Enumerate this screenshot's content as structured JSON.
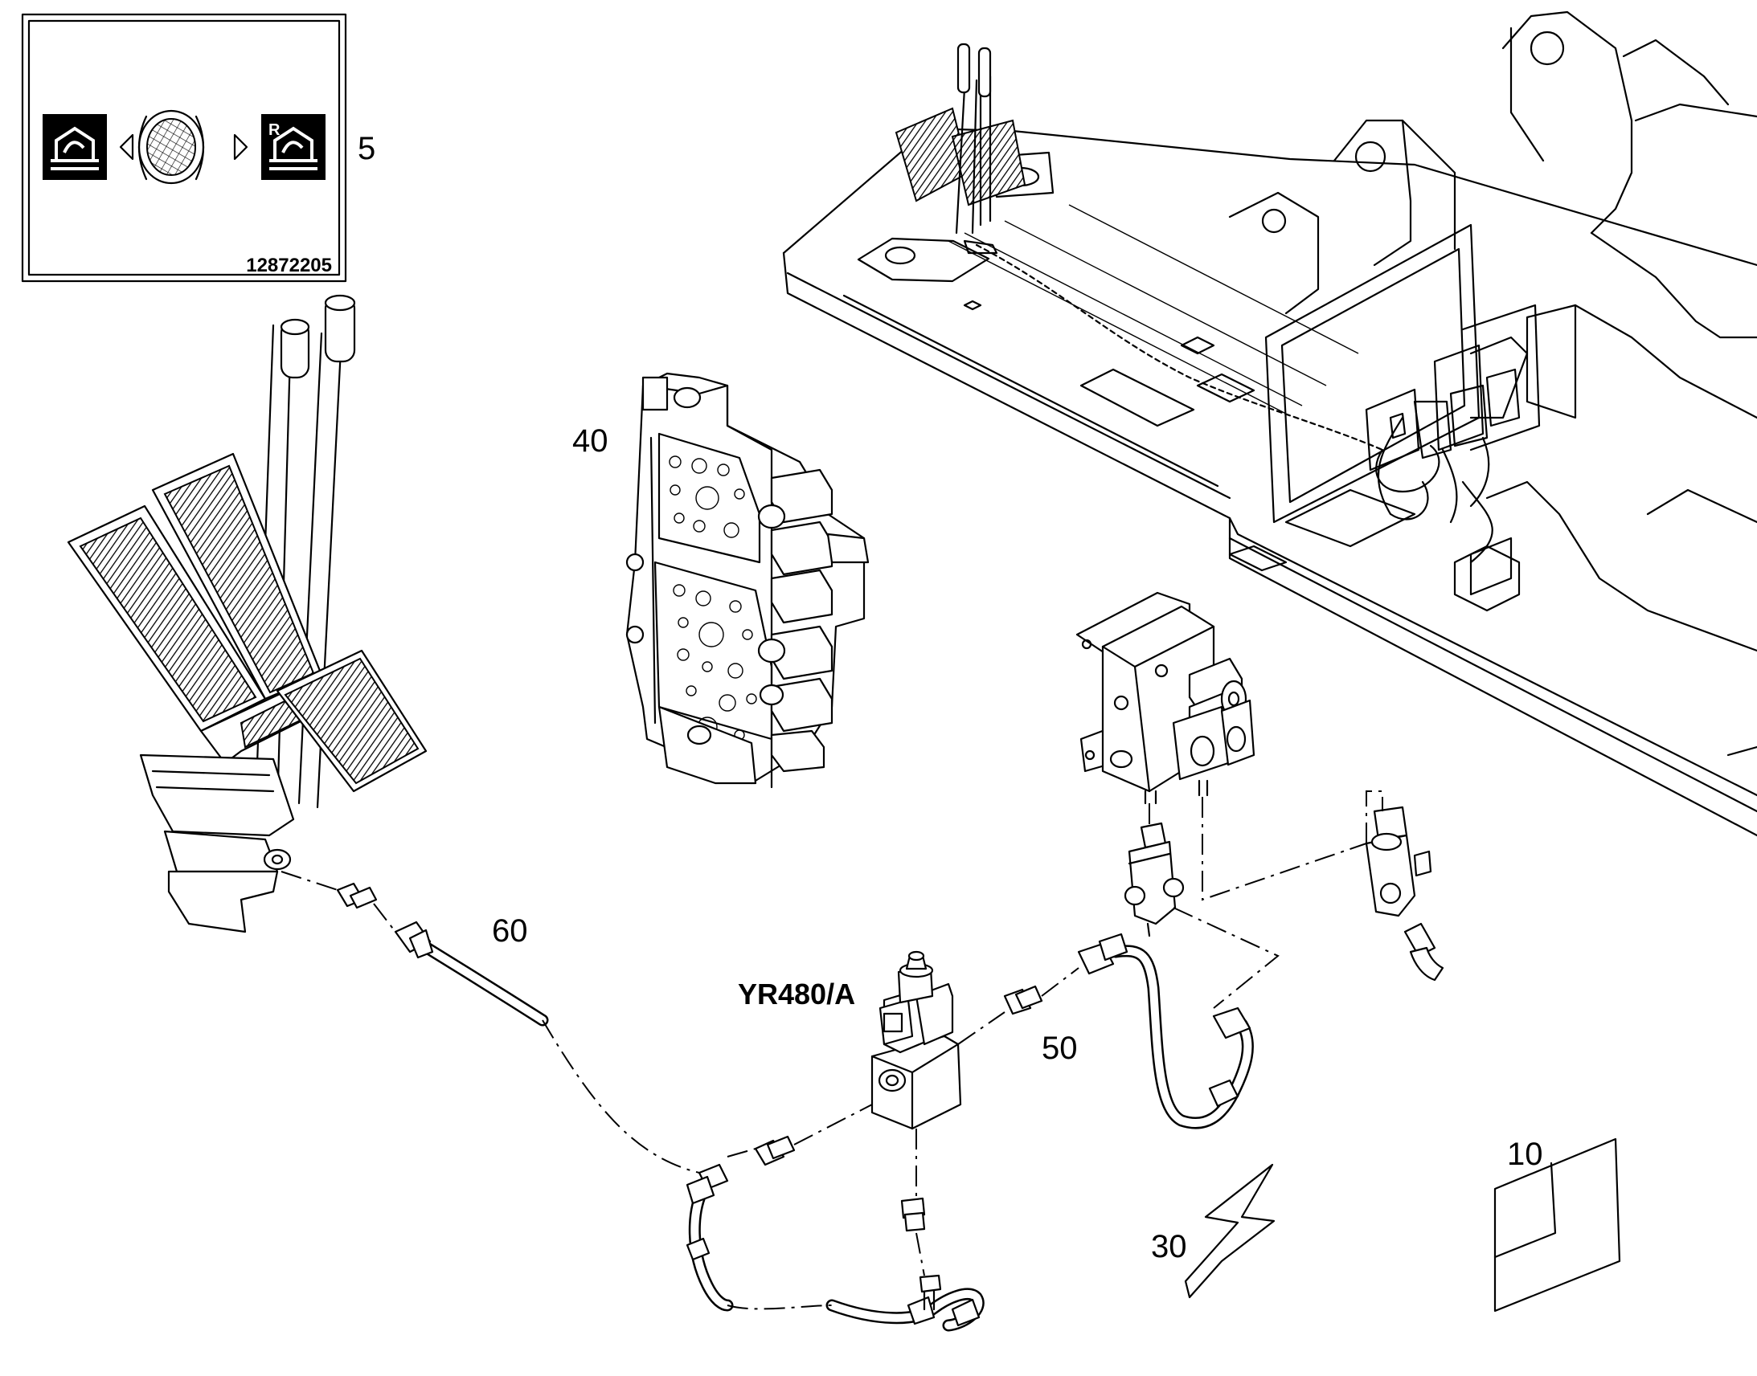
{
  "callouts": {
    "c5": "5",
    "c10": "10",
    "c30": "30",
    "c40": "40",
    "c50": "50",
    "c60": "60",
    "yr480": "YR480/A"
  },
  "decal": {
    "part_number": "12872205",
    "left_symbol_letter": "",
    "right_symbol_letter": "R"
  }
}
